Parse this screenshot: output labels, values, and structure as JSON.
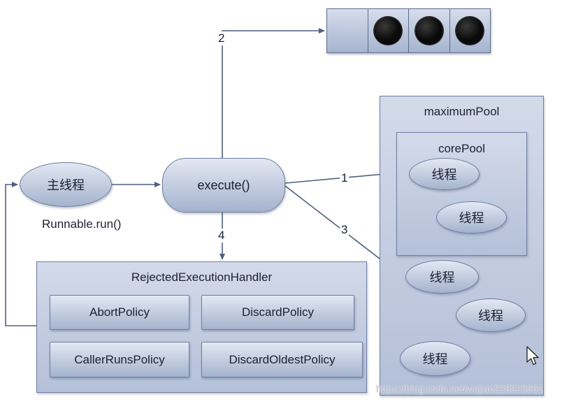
{
  "main_thread": {
    "label": "主线程",
    "sublabel": "Runnable.run()"
  },
  "execute": {
    "label": "execute()"
  },
  "steps": {
    "one": "1",
    "two": "2",
    "three": "3",
    "four": "4"
  },
  "maximum_pool": {
    "label": "maximumPool",
    "threads": [
      "线程",
      "线程",
      "线程"
    ]
  },
  "core_pool": {
    "label": "corePool",
    "threads": [
      "线程",
      "线程"
    ]
  },
  "rejected_handler": {
    "label": "RejectedExecutionHandler",
    "policies": [
      "AbortPolicy",
      "DiscardPolicy",
      "CallerRunsPolicy",
      "DiscardOldestPolicy"
    ]
  },
  "watermark": "https://blog.csdn.net/wojiao228925661",
  "cursor_icon": "mouse-pointer-icon",
  "colors": {
    "node_fill_top": "#e3e8f3",
    "node_fill_bottom": "#a4b3cd",
    "node_border": "#6f7fa1",
    "container_fill_top": "#d3daea",
    "container_fill_bottom": "#b4c0d8",
    "line_color": "#4f5f82",
    "text_color": "#1c2033",
    "queue_token": "#0a0a0a"
  }
}
